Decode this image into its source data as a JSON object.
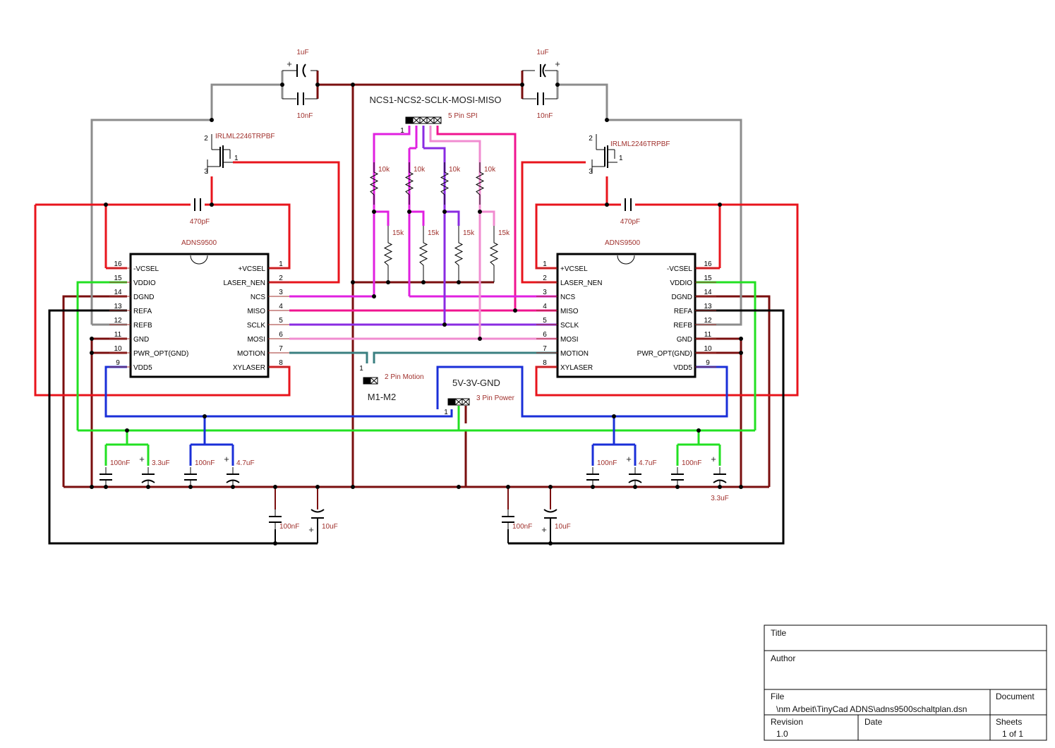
{
  "colors": {
    "red": "#e8141c",
    "dark_red": "#7a0e0e",
    "grey": "#8c8c8c",
    "green": "#22e022",
    "black": "#000000",
    "blue": "#1a2fd8",
    "magenta": "#e020e0",
    "purple": "#8a2be2",
    "pink": "#f08cd0",
    "hot_pink": "#f01490",
    "teal": "#3a7f80",
    "label": "#a0302c"
  },
  "chips": {
    "left": {
      "name": "ADNS9500",
      "pins_left": [
        {
          "num": "16",
          "label": "-VCSEL"
        },
        {
          "num": "15",
          "label": "VDDIO"
        },
        {
          "num": "14",
          "label": "DGND"
        },
        {
          "num": "13",
          "label": "REFA"
        },
        {
          "num": "12",
          "label": "REFB"
        },
        {
          "num": "11",
          "label": "GND"
        },
        {
          "num": "10",
          "label": "PWR_OPT(GND)"
        },
        {
          "num": "9",
          "label": "VDD5"
        }
      ],
      "pins_right": [
        {
          "num": "1",
          "label": "+VCSEL"
        },
        {
          "num": "2",
          "label": "LASER_NEN"
        },
        {
          "num": "3",
          "label": "NCS"
        },
        {
          "num": "4",
          "label": "MISO"
        },
        {
          "num": "5",
          "label": "SCLK"
        },
        {
          "num": "6",
          "label": "MOSI"
        },
        {
          "num": "7",
          "label": "MOTION"
        },
        {
          "num": "8",
          "label": "XYLASER"
        }
      ]
    },
    "right": {
      "name": "ADNS9500",
      "pins_left": [
        {
          "num": "1",
          "label": "+VCSEL"
        },
        {
          "num": "2",
          "label": "LASER_NEN"
        },
        {
          "num": "3",
          "label": "NCS"
        },
        {
          "num": "4",
          "label": "MISO"
        },
        {
          "num": "5",
          "label": "SCLK"
        },
        {
          "num": "6",
          "label": "MOSI"
        },
        {
          "num": "7",
          "label": "MOTION"
        },
        {
          "num": "8",
          "label": "XYLASER"
        }
      ],
      "pins_right": [
        {
          "num": "16",
          "label": "-VCSEL"
        },
        {
          "num": "15",
          "label": "VDDIO"
        },
        {
          "num": "14",
          "label": "DGND"
        },
        {
          "num": "13",
          "label": "REFA"
        },
        {
          "num": "12",
          "label": "REFB"
        },
        {
          "num": "11",
          "label": "GND"
        },
        {
          "num": "10",
          "label": "PWR_OPT(GND)"
        },
        {
          "num": "9",
          "label": "VDD5"
        }
      ]
    }
  },
  "transistors": {
    "left": "IRLML2246TRPBF",
    "right": "IRLML2246TRPBF",
    "pin_labels": [
      "2",
      "3",
      "1"
    ]
  },
  "top_caps": {
    "elco": "1uF",
    "cer": "10nF"
  },
  "vcsel_cap": "470pF",
  "spi": {
    "title": "NCS1-NCS2-SCLK-MOSI-MISO",
    "connector": "5 Pin SPI",
    "pin1": "1"
  },
  "pullups": {
    "r10k": "10k",
    "r15k": "15k"
  },
  "motion": {
    "connector": "2 Pin Motion",
    "title": "M1-M2",
    "pin1": "1"
  },
  "power": {
    "title": "5V-3V-GND",
    "connector": "3 Pin Power",
    "pin1": "1"
  },
  "bottom_caps": {
    "c100n": "100nF",
    "c33u": "3.3uF",
    "c47u": "4.7uF",
    "c10u": "10uF"
  },
  "plus": "+",
  "title_block": {
    "title_label": "Title",
    "author_label": "Author",
    "file_label": "File",
    "file_value": "\\nm Arbeit\\TinyCad ADNS\\adns9500schaltplan.dsn",
    "document_label": "Document",
    "revision_label": "Revision",
    "revision_value": "1.0",
    "date_label": "Date",
    "sheets_label": "Sheets",
    "sheets_value": "1 of 1"
  }
}
